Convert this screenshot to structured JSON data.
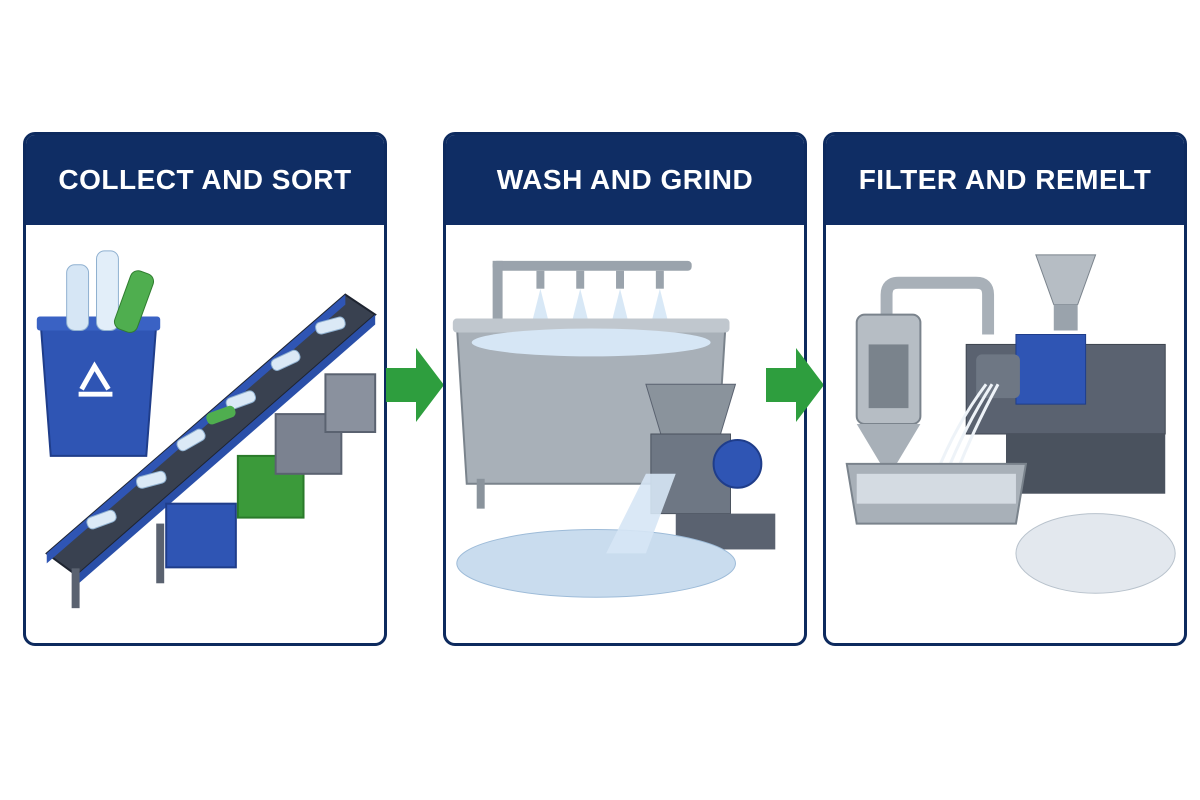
{
  "stages": [
    {
      "title": "COLLECT AND SORT",
      "illustration": "bottle-conveyor-sorting-bins-icon"
    },
    {
      "title": "WASH AND GRIND",
      "illustration": "wash-tank-grinder-icon"
    },
    {
      "title": "FILTER AND REMELT",
      "illustration": "filter-extruder-pellets-icon"
    }
  ],
  "colors": {
    "header_bg": "#0f2d64",
    "arrow": "#2e9e3e",
    "bin_blue": "#2f55b4",
    "bin_green": "#3b9a3a",
    "steel": "#a8b0b8",
    "flake": "#c9dcee"
  }
}
